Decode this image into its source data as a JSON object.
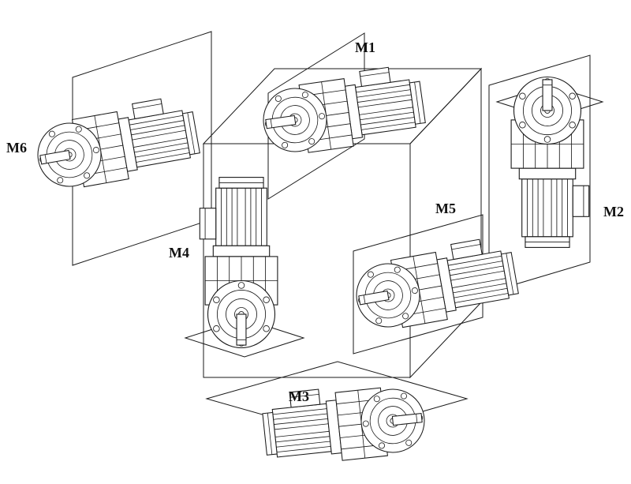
{
  "diagram": {
    "background": "#ffffff",
    "line_color": "#1a1a1a",
    "labels": {
      "m1": "M1",
      "m2": "M2",
      "m3": "M3",
      "m4": "M4",
      "m5": "M5",
      "m6": "M6"
    }
  }
}
